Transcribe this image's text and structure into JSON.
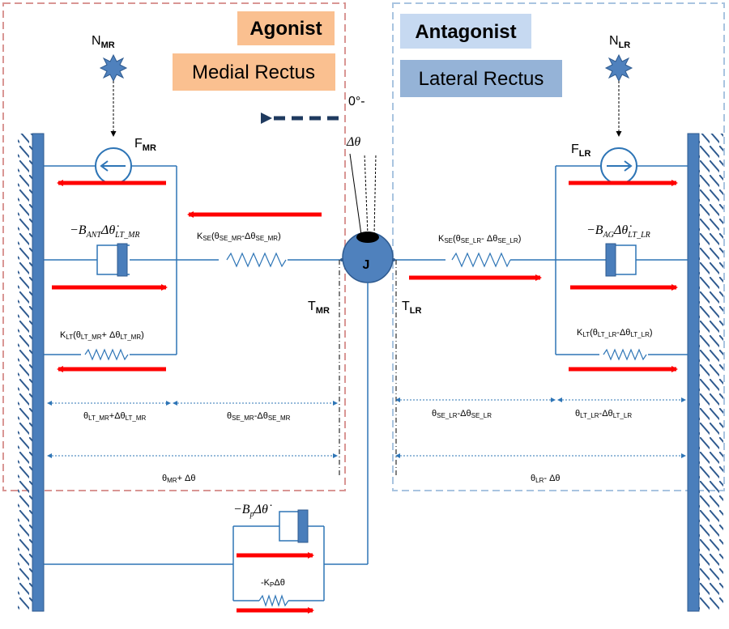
{
  "colors": {
    "agonist_border": "#d99694",
    "antagonist_border": "#a9c4e0",
    "agonist_label_bg": "#fac090",
    "antagonist_label_bg": "#c6d9f1",
    "lateral_label_bg": "#95b3d7",
    "wall": "#4a7ebb",
    "wall_dark": "#2e5a8f",
    "force_arrow": "#ff0000",
    "eye_fill": "#4f81bd",
    "dashed_arrow": "#1f3a5f",
    "line": "#2e75b6"
  },
  "labels": {
    "agonist": "Agonist",
    "medial_rectus": "Medial Rectus",
    "antagonist": "Antagonist",
    "lateral_rectus": "Lateral Rectus",
    "angle_top": "0°-",
    "angle_delta": "Δθ",
    "eye": "J",
    "n_mr": {
      "main": "N",
      "sub": "MR"
    },
    "n_lr": {
      "main": "N",
      "sub": "LR"
    },
    "f_mr": {
      "main": "F",
      "sub": "MR"
    },
    "f_lr": {
      "main": "F",
      "sub": "LR"
    },
    "t_mr": {
      "main": "T",
      "sub": "MR"
    },
    "t_lr": {
      "main": "T",
      "sub": "LR"
    },
    "b_ant": {
      "pre": "−B",
      "sub1": "ANT",
      "mid": "Δθ̇",
      "sub2": "LT_MR"
    },
    "b_ag": {
      "pre": "−B",
      "sub1": "AG",
      "mid": "Δθ̇",
      "sub2": "LT_LR"
    },
    "b_p": {
      "pre": "−B",
      "sub1": "p",
      "mid": "Δθ̇"
    },
    "kse_mr": {
      "a": "K",
      "as": "SE",
      "b": "(θ",
      "bs": "SE_MR",
      "c": "-Δθ",
      "cs": "SE_MR",
      "d": ")"
    },
    "kse_lr": {
      "a": "K",
      "as": "SE",
      "b": "(θ",
      "bs": "SE_LR",
      "c": "- Δθ",
      "cs": "SE_LR",
      "d": ")"
    },
    "klt_mr": {
      "a": "K",
      "as": "LT",
      "b": "(θ",
      "bs": "LT_MR",
      "c": "+ Δθ",
      "cs": "LT_MR",
      "d": ")"
    },
    "klt_lr": {
      "a": "K",
      "as": "LT",
      "b": "(θ",
      "bs": "LT_LR",
      "c": "-Δθ",
      "cs": "LT_LR",
      "d": ")"
    },
    "kp": {
      "a": "-K",
      "as": "P",
      "b": "Δθ"
    },
    "dim_lt_mr": {
      "a": "θ",
      "as": "LT_MR",
      "b": "+Δθ",
      "bs": "LT_MR"
    },
    "dim_se_mr": {
      "a": "θ",
      "as": "SE_MR",
      "b": "-Δθ",
      "bs": "SE_MR"
    },
    "dim_se_lr": {
      "a": "θ",
      "as": "SE_LR",
      "b": "-Δθ",
      "bs": "SE_LR"
    },
    "dim_lt_lr": {
      "a": "θ",
      "as": "LT_LR",
      "b": "-Δθ",
      "bs": "LT_LR"
    },
    "dim_mr": {
      "a": "θ",
      "as": "MR",
      "b": "+ Δθ"
    },
    "dim_lr": {
      "a": "θ",
      "as": "LR",
      "b": "- Δθ"
    }
  }
}
